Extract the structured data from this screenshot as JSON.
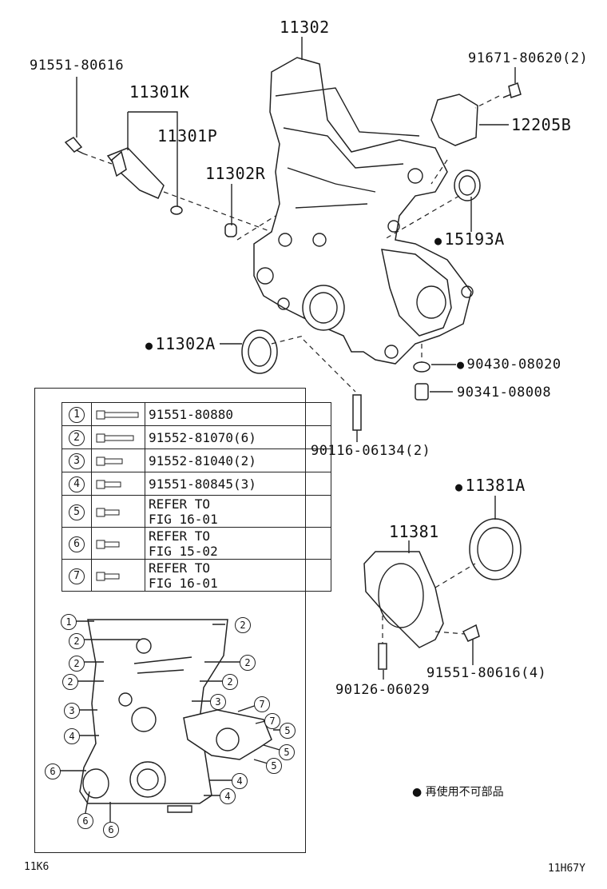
{
  "parts": {
    "p11302": "11302",
    "p91551_80616": "91551-80616",
    "p11301K": "11301K",
    "p11301P": "11301P",
    "p11302R": "11302R",
    "p91671": "91671-80620(2)",
    "p12205B": "12205B",
    "p15193A": "15193A",
    "p11302A": "11302A",
    "p90430": "90430-08020",
    "p90341": "90341-08008",
    "p90116": "90116-06134(2)",
    "p11381A": "11381A",
    "p11381": "11381",
    "p91551_4": "91551-80616(4)",
    "p90126": "90126-06029"
  },
  "bolt_table": [
    {
      "num": "1",
      "text": "91551-80880"
    },
    {
      "num": "2",
      "text": "91552-81070(6)"
    },
    {
      "num": "3",
      "text": "91552-81040(2)"
    },
    {
      "num": "4",
      "text": "91551-80845(3)"
    },
    {
      "num": "5",
      "line1": "REFER TO",
      "line2": "FIG 16-01"
    },
    {
      "num": "6",
      "line1": "REFER TO",
      "line2": "FIG 15-02"
    },
    {
      "num": "7",
      "line1": "REFER TO",
      "line2": "FIG 16-01"
    }
  ],
  "callouts": [
    "1",
    "2",
    "2",
    "2",
    "2",
    "2",
    "2",
    "3",
    "3",
    "4",
    "4",
    "4",
    "5",
    "5",
    "5",
    "6",
    "6",
    "6",
    "7",
    "7"
  ],
  "note": "再使用不可部品",
  "footer": {
    "left": "11K6",
    "right": "11H67Y"
  }
}
